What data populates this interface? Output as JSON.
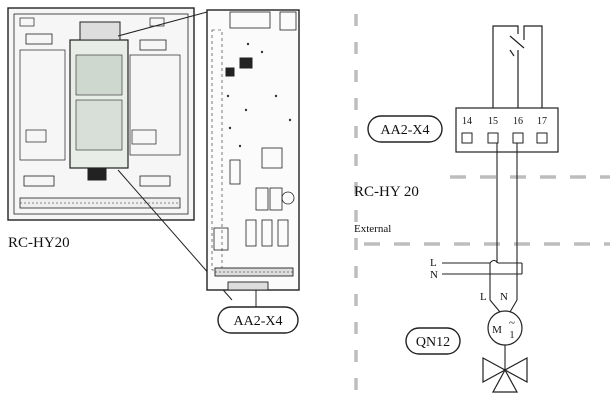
{
  "left": {
    "unit_label": "RC-HY20",
    "connector_tag": "AA2-X4"
  },
  "right": {
    "connector_tag": "AA2-X4",
    "terminals": [
      "14",
      "15",
      "16",
      "17"
    ],
    "zone_upper_label": "RC-HY 20",
    "zone_lower_label": "External",
    "supply_lines": [
      "L",
      "N"
    ],
    "motor_wires": [
      "L",
      "N"
    ],
    "motor_symbol": "M",
    "motor_subscript": "1",
    "motor_tilde": "~",
    "component_tag": "QN12"
  },
  "icons": {
    "relay": "relay-switch-icon",
    "motor": "motor-icon",
    "valve": "three-way-valve-icon"
  }
}
